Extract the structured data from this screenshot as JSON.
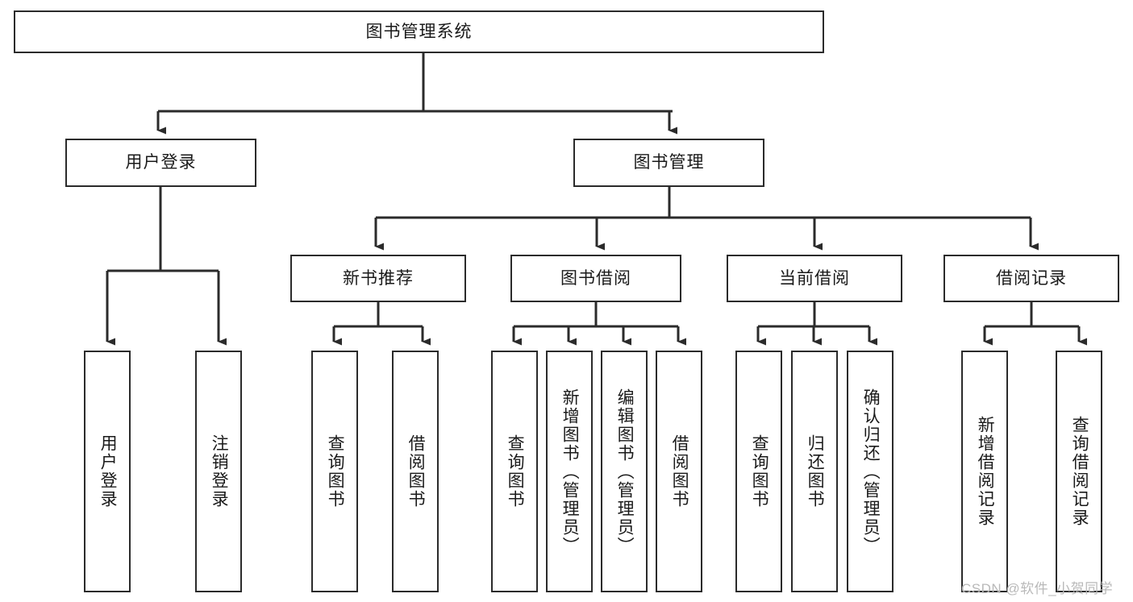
{
  "diagram": {
    "type": "tree-hierarchy-flowchart",
    "title_node": {
      "id": "root",
      "label": "图书管理系统"
    },
    "levels": [
      {
        "level": 1,
        "nodes": [
          {
            "id": "root",
            "label": "图书管理系统",
            "orientation": "horizontal"
          }
        ]
      },
      {
        "level": 2,
        "nodes": [
          {
            "id": "login",
            "label": "用户登录",
            "orientation": "horizontal",
            "parent": "root"
          },
          {
            "id": "bookmgmt",
            "label": "图书管理",
            "orientation": "horizontal",
            "parent": "root"
          }
        ]
      },
      {
        "level": 3,
        "nodes": [
          {
            "id": "newbook",
            "label": "新书推荐",
            "orientation": "horizontal",
            "parent": "bookmgmt"
          },
          {
            "id": "borrow",
            "label": "图书借阅",
            "orientation": "horizontal",
            "parent": "bookmgmt"
          },
          {
            "id": "current",
            "label": "当前借阅",
            "orientation": "horizontal",
            "parent": "bookmgmt"
          },
          {
            "id": "records",
            "label": "借阅记录",
            "orientation": "horizontal",
            "parent": "bookmgmt"
          }
        ]
      },
      {
        "level": 4,
        "nodes": [
          {
            "id": "leaf1",
            "label": "用户登录",
            "orientation": "vertical",
            "parent": "login"
          },
          {
            "id": "leaf2",
            "label": "注销登录",
            "orientation": "vertical",
            "parent": "login"
          },
          {
            "id": "leaf3",
            "label": "查询图书",
            "orientation": "vertical",
            "parent": "newbook"
          },
          {
            "id": "leaf4",
            "label": "借阅图书",
            "orientation": "vertical",
            "parent": "newbook"
          },
          {
            "id": "leaf5",
            "label": "查询图书",
            "orientation": "vertical",
            "parent": "borrow"
          },
          {
            "id": "leaf6",
            "label": "新增图书（管理员）",
            "orientation": "vertical",
            "parent": "borrow"
          },
          {
            "id": "leaf7",
            "label": "编辑图书（管理员）",
            "orientation": "vertical",
            "parent": "borrow"
          },
          {
            "id": "leaf8",
            "label": "借阅图书",
            "orientation": "vertical",
            "parent": "borrow"
          },
          {
            "id": "leaf9",
            "label": "查询图书",
            "orientation": "vertical",
            "parent": "current"
          },
          {
            "id": "leaf10",
            "label": "归还图书",
            "orientation": "vertical",
            "parent": "current"
          },
          {
            "id": "leaf11",
            "label": "确认归还（管理员）",
            "orientation": "vertical",
            "parent": "current"
          },
          {
            "id": "leaf12",
            "label": "新增借阅记录",
            "orientation": "vertical",
            "parent": "records"
          },
          {
            "id": "leaf13",
            "label": "查询借阅记录",
            "orientation": "vertical",
            "parent": "records"
          }
        ]
      }
    ],
    "colors": {
      "box_border": "#2b2b2b",
      "box_fill": "#ffffff",
      "connector": "#2b2b2b",
      "text": "#1a1a1a",
      "watermark": "#b9b9b9",
      "background": "#ffffff"
    }
  },
  "watermark": {
    "text": "CSDN @软件_小贺同学"
  }
}
